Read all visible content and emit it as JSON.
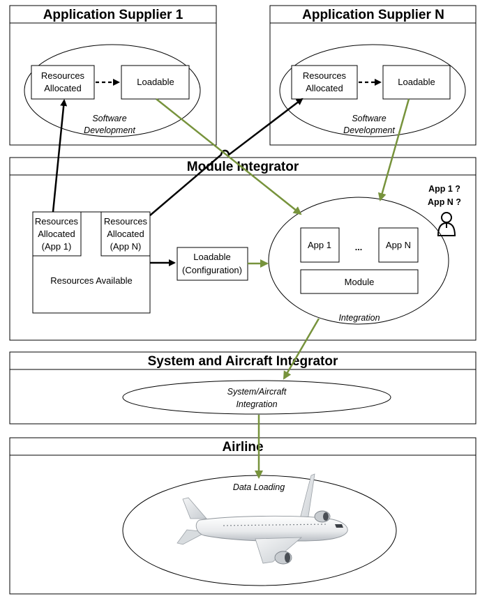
{
  "colors": {
    "green_arrow": "#77933c",
    "black_arrow": "#000000"
  },
  "supplier1": {
    "title": "Application Supplier 1",
    "resources": [
      "Resources",
      "Allocated"
    ],
    "loadable": "Loadable",
    "ellipse_label": [
      "Software",
      "Development"
    ]
  },
  "supplierN": {
    "title": "Application Supplier N",
    "resources": [
      "Resources",
      "Allocated"
    ],
    "loadable": "Loadable",
    "ellipse_label": [
      "Software",
      "Development"
    ]
  },
  "module_integrator": {
    "title": "Module Integrator",
    "res_app1": [
      "Resources",
      "Allocated",
      "(App 1)"
    ],
    "res_appN": [
      "Resources",
      "Allocated",
      "(App N)"
    ],
    "resources_available": "Resources Available",
    "loadable_config": [
      "Loadable",
      "(Configuration)"
    ],
    "app1": "App 1",
    "ellipsis": "...",
    "appN": "App N",
    "module": "Module",
    "integration": "Integration",
    "questions": [
      "App 1 ?",
      "App N ?"
    ],
    "person_icon": "person-icon"
  },
  "system_integrator": {
    "title": "System and Aircraft Integrator",
    "ellipse_label": [
      "System/Aircraft",
      "Integration"
    ]
  },
  "airline": {
    "title": "Airline",
    "data_loading": "Data Loading",
    "airplane_icon": "airplane-icon"
  }
}
